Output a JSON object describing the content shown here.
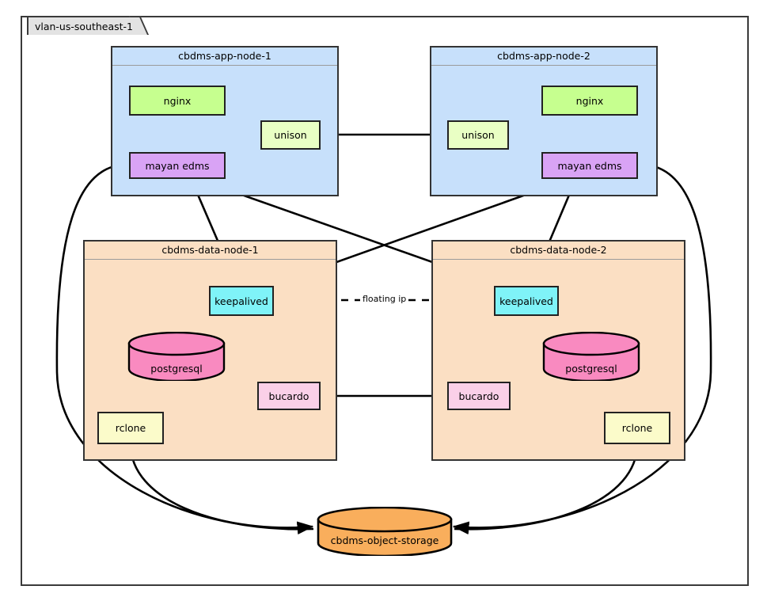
{
  "diagram": {
    "title": "vlan-us-southeast-1",
    "type": "infrastructure-topology"
  },
  "vlan": {
    "label": "vlan-us-southeast-1"
  },
  "nodes": [
    {
      "id": "app-node-1",
      "title": "cbdms-app-node-1",
      "color": "#c7e0fb",
      "components": [
        {
          "id": "nginx-1",
          "label": "nginx",
          "color": "#c6ff8f",
          "shape": "box"
        },
        {
          "id": "unison-1",
          "label": "unison",
          "color": "#e9ffc4",
          "shape": "box"
        },
        {
          "id": "mayan-1",
          "label": "mayan edms",
          "color": "#d9a3f5",
          "shape": "box"
        }
      ]
    },
    {
      "id": "app-node-2",
      "title": "cbdms-app-node-2",
      "color": "#c7e0fb",
      "components": [
        {
          "id": "nginx-2",
          "label": "nginx",
          "color": "#c6ff8f",
          "shape": "box"
        },
        {
          "id": "unison-2",
          "label": "unison",
          "color": "#e9ffc4",
          "shape": "box"
        },
        {
          "id": "mayan-2",
          "label": "mayan edms",
          "color": "#d9a3f5",
          "shape": "box"
        }
      ]
    },
    {
      "id": "data-node-1",
      "title": "cbdms-data-node-1",
      "color": "#fbdfc3",
      "components": [
        {
          "id": "keepalived-1",
          "label": "keepalived",
          "color": "#7ff3f8",
          "shape": "box"
        },
        {
          "id": "postgresql-1",
          "label": "postgresql",
          "color": "#f98ac0",
          "shape": "cylinder"
        },
        {
          "id": "bucardo-1",
          "label": "bucardo",
          "color": "#fad0e8",
          "shape": "box"
        },
        {
          "id": "rclone-1",
          "label": "rclone",
          "color": "#fbfbca",
          "shape": "box"
        }
      ]
    },
    {
      "id": "data-node-2",
      "title": "cbdms-data-node-2",
      "color": "#fbdfc3",
      "components": [
        {
          "id": "keepalived-2",
          "label": "keepalived",
          "color": "#7ff3f8",
          "shape": "box"
        },
        {
          "id": "postgresql-2",
          "label": "postgresql",
          "color": "#f98ac0",
          "shape": "cylinder"
        },
        {
          "id": "bucardo-2",
          "label": "bucardo",
          "color": "#fad0e8",
          "shape": "box"
        },
        {
          "id": "rclone-2",
          "label": "rclone",
          "color": "#fbfbca",
          "shape": "box"
        }
      ]
    }
  ],
  "storage": {
    "id": "object-storage",
    "label": "cbdms-object-storage",
    "color": "#f9ae5c",
    "shape": "cylinder"
  },
  "edges": {
    "floating_ip_label": "floating ip"
  },
  "colors": {
    "app_node_bg": "#c7e0fb",
    "data_node_bg": "#fbdfc3",
    "nginx": "#c6ff8f",
    "unison": "#e9ffc4",
    "mayan": "#d9a3f5",
    "keepalived": "#7ff3f8",
    "postgresql": "#f98ac0",
    "bucardo": "#fad0e8",
    "rclone": "#fbfbca",
    "object_storage": "#f9ae5c",
    "stroke": "#000000",
    "vlan_tab_bg": "#e3e3e3"
  }
}
